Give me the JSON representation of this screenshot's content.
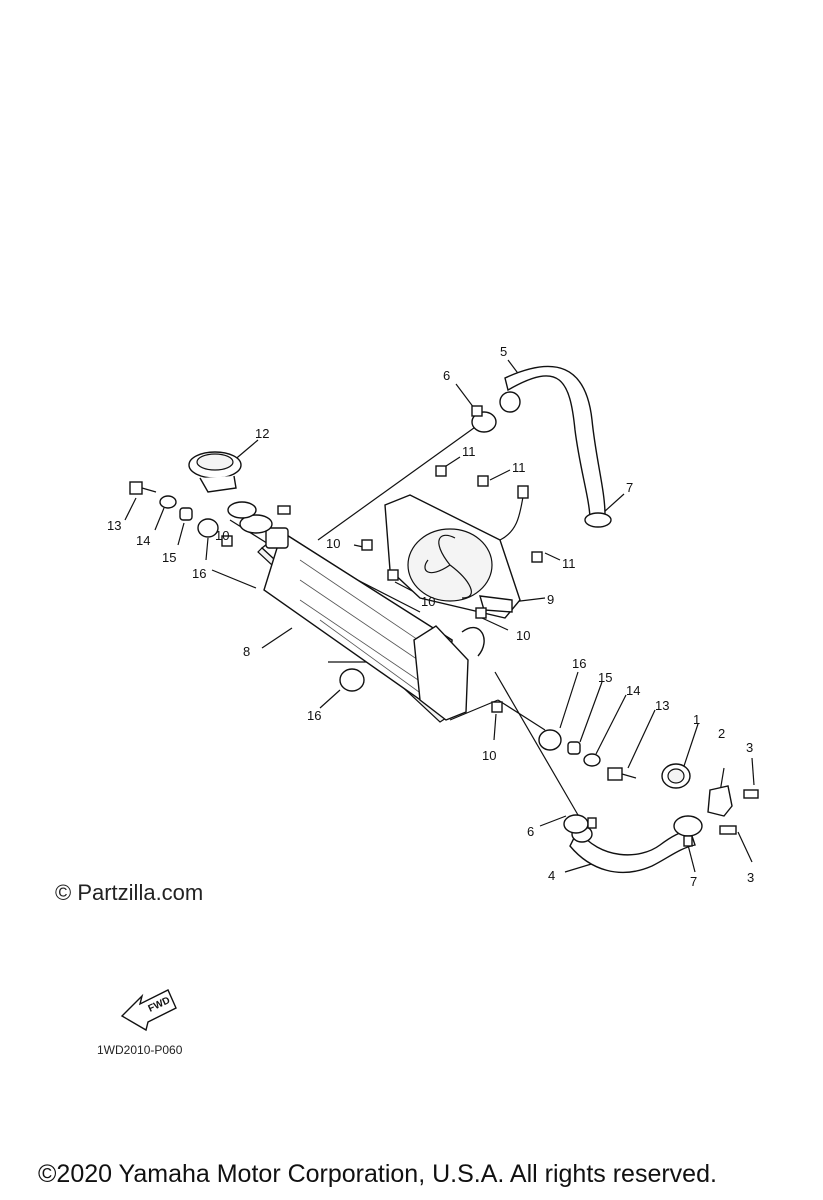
{
  "watermark": "© Partzilla.com",
  "part_code": "1WD2010-P060",
  "fwd_label": "FWD",
  "copyright": "©2020 Yamaha Motor Corporation, U.S.A. All rights reserved.",
  "callouts": {
    "c1": "1",
    "c2": "2",
    "c3a": "3",
    "c3b": "3",
    "c4": "4",
    "c5": "5",
    "c6a": "6",
    "c6b": "6",
    "c7a": "7",
    "c7b": "7",
    "c8": "8",
    "c9": "9",
    "c10a": "10",
    "c10b": "10",
    "c10c": "10",
    "c10d": "10",
    "c10e": "10",
    "c11a": "11",
    "c11b": "11",
    "c11c": "11",
    "c12": "12",
    "c13a": "13",
    "c13b": "13",
    "c14a": "14",
    "c14b": "14",
    "c15a": "15",
    "c15b": "15",
    "c16a": "16",
    "c16b": "16",
    "c16c": "16"
  }
}
